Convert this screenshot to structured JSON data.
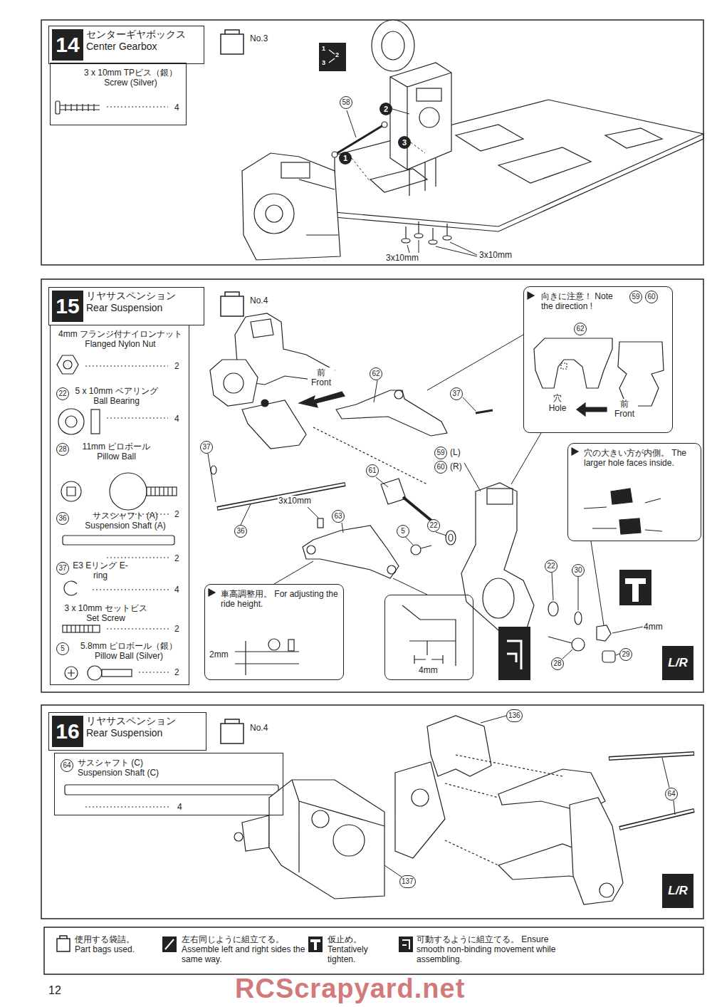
{
  "diagram": {
    "nodes": [
      {
        "text": [
          "14",
          "センターギヤボックス Center Gearbox"
        ]
      },
      {
        "text": [
          "3 x 10mm TPビス（銀） Screw (Silver)",
          "4"
        ]
      },
      {
        "text": [
          "15",
          "リヤサスペンション Rear Suspension"
        ]
      },
      {
        "text": [
          "4mm フランジ付ナイロンナット Flanged Nylon Nut",
          "2",
          "22",
          "5 x 10mm ベアリング Ball Bearing",
          "4",
          "28",
          "11mm ピロボール Pillow Ball",
          "2",
          "36",
          "サスシャフト (A) Suspension Shaft (A)",
          "2",
          "37",
          "E3 Eリング E-ring",
          "4",
          "3 x 10mm セットビス Set Screw",
          "2",
          "5",
          "5.8mm ピロボール（銀） Pillow Ball (Silver)",
          "2"
        ]
      },
      {
        "text": [
          "向きに注意！ Note the direction !"
        ]
      },
      {
        "text": [
          "穴の大きい方が内側。 The larger hole faces inside."
        ]
      },
      {
        "text": [
          "車高調整用。 For adjusting the ride height."
        ]
      },
      {
        "text": [
          "4mm"
        ]
      },
      {
        "text": [
          "16",
          "リヤサスペンション Rear Suspension"
        ]
      },
      {
        "text": [
          "64",
          "サスシャフト (C) Suspension Shaft (C)",
          "4"
        ]
      }
    ],
    "labels": [
      "No.3",
      "1",
      "2",
      "3",
      "58",
      "2",
      "3",
      "1",
      "3x10mm",
      "3x10mm",
      "No.4",
      "前 Front",
      "62",
      "37",
      "62",
      "59",
      "60",
      "穴 Hole",
      "前 Front",
      "37",
      "59",
      "(L)",
      "60",
      "(R)",
      "61",
      "36",
      "3x10mm",
      "63",
      "5",
      "22",
      "22",
      "30",
      "4mm",
      "28",
      "29",
      "2mm",
      "L/R",
      "No.4",
      "136",
      "64",
      "137",
      "L/R",
      "12",
      "RCScrapyard.net"
    ],
    "legend": [
      {
        "text": "使用する袋詰。 Part bags used."
      },
      {
        "text": "左右同じように組立てる。 Assemble left and right sides the same way."
      },
      {
        "text": "仮止め。 Tentatively tighten."
      },
      {
        "text": "可動するように組立てる。 Ensure smooth non-binding movement while assembling."
      }
    ]
  }
}
